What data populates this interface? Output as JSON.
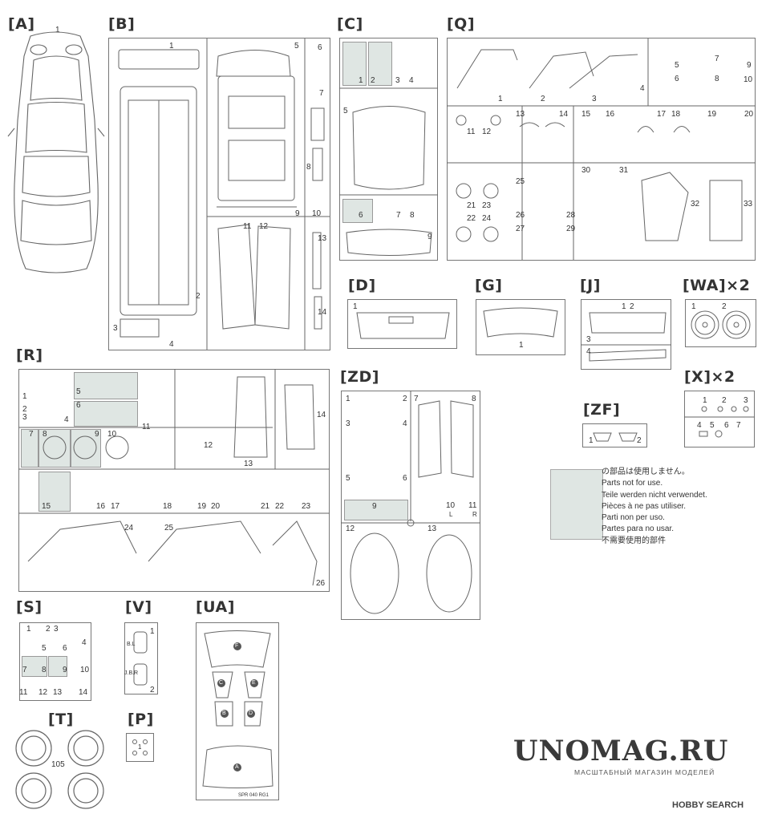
{
  "sections": {
    "A": {
      "label": "[A]",
      "nums": [
        "1"
      ]
    },
    "B": {
      "label": "[B]",
      "nums": [
        "1",
        "2",
        "3",
        "4",
        "5",
        "6",
        "7",
        "8",
        "9",
        "10",
        "11",
        "12",
        "13",
        "14"
      ]
    },
    "C": {
      "label": "[C]",
      "nums": [
        "1",
        "2",
        "3",
        "4",
        "5",
        "6",
        "7",
        "8",
        "9"
      ]
    },
    "Q": {
      "label": "[Q]",
      "nums": [
        "1",
        "2",
        "3",
        "4",
        "5",
        "6",
        "7",
        "8",
        "9",
        "10",
        "11",
        "12",
        "13",
        "14",
        "15",
        "16",
        "17",
        "18",
        "19",
        "20",
        "21",
        "22",
        "23",
        "24",
        "25",
        "26",
        "27",
        "28",
        "29",
        "30",
        "31",
        "32",
        "33"
      ]
    },
    "D": {
      "label": "[D]",
      "nums": [
        "1"
      ]
    },
    "G": {
      "label": "[G]",
      "nums": [
        "1"
      ]
    },
    "J": {
      "label": "[J]",
      "nums": [
        "1",
        "2",
        "3",
        "4"
      ]
    },
    "WA": {
      "label": "[WA]×2",
      "nums": [
        "1",
        "2"
      ]
    },
    "R": {
      "label": "[R]",
      "nums": [
        "1",
        "2",
        "3",
        "4",
        "5",
        "6",
        "7",
        "8",
        "9",
        "10",
        "11",
        "12",
        "13",
        "14",
        "15",
        "16",
        "17",
        "18",
        "19",
        "20",
        "21",
        "22",
        "23",
        "24",
        "25",
        "26"
      ]
    },
    "ZD": {
      "label": "[ZD]",
      "nums": [
        "1",
        "2",
        "3",
        "4",
        "5",
        "6",
        "7",
        "8",
        "9",
        "10",
        "11",
        "12",
        "13"
      ],
      "sub_l": "L",
      "sub_r": "R"
    },
    "X": {
      "label": "[X]×2",
      "nums": [
        "1",
        "2",
        "3",
        "4",
        "5",
        "6",
        "7"
      ]
    },
    "ZF": {
      "label": "[ZF]",
      "nums": [
        "1",
        "2"
      ]
    },
    "S": {
      "label": "[S]",
      "nums": [
        "1",
        "2",
        "3",
        "4",
        "5",
        "6",
        "7",
        "8",
        "9",
        "10",
        "11",
        "12",
        "13",
        "14"
      ]
    },
    "V": {
      "label": "[V]",
      "nums": [
        "1",
        "2"
      ],
      "marks": [
        "B.L",
        "J.B.R"
      ]
    },
    "UA": {
      "label": "[UA]",
      "letters": [
        "F",
        "C",
        "E",
        "B",
        "D",
        "A"
      ],
      "code": "SPR 040 RG1"
    },
    "T": {
      "label": "[T]",
      "nums": [
        "105"
      ]
    },
    "P": {
      "label": "[P]",
      "nums": [
        "1"
      ]
    }
  },
  "legend": {
    "lines": [
      "の部品は使用しません。",
      "Parts not for use.",
      "Teile werden nicht verwendet.",
      "Pièces à ne pas utiliser.",
      "Parti non per uso.",
      "Partes para no usar.",
      "不需要使用的部件"
    ],
    "swatch_color": "#dfe6e3"
  },
  "watermark": {
    "title": "UNOMAG.RU",
    "subtitle": "МАСШТАБНЫЙ МАГАЗИН МОДЕЛЕЙ",
    "source": "HOBBY SEARCH"
  }
}
